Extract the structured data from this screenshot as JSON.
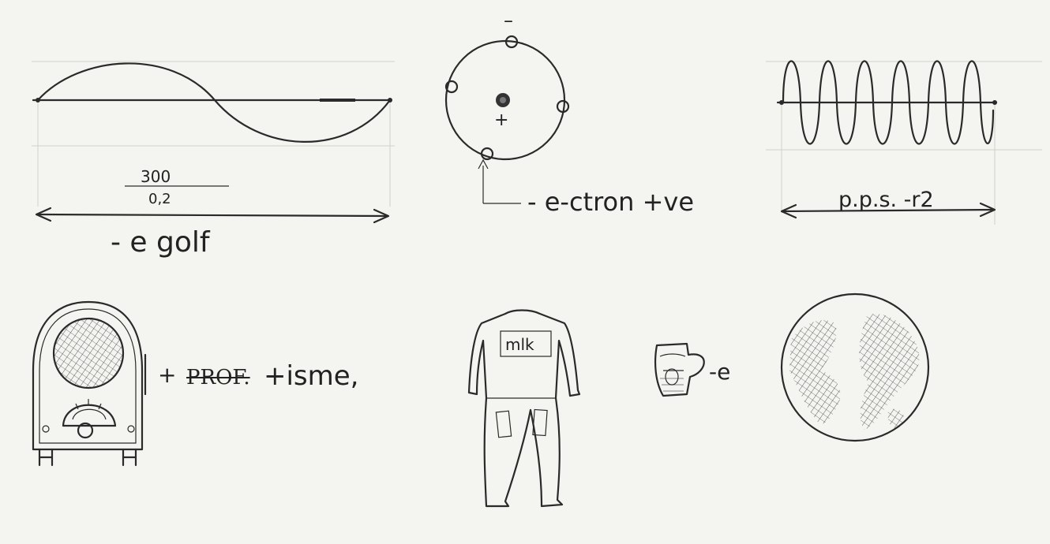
{
  "panel_sine": {
    "fraction_top": "300",
    "fraction_bottom": "0,2",
    "caption": "- e golf"
  },
  "panel_atom": {
    "top_sign": "–",
    "nucleus_sign": "+",
    "caption": "- e-ctron +ve"
  },
  "panel_wave": {
    "caption": "p.p.s. -r2"
  },
  "panel_radio": {
    "plus": "+",
    "struck_word": "PROF.",
    "suffix": "+isme,"
  },
  "panel_suit": {
    "chest_label": "mlk"
  },
  "panel_jug": {
    "suffix": "-e"
  },
  "icons": [
    "radio-icon",
    "suit-icon",
    "jug-icon",
    "globe-icon",
    "atom-icon"
  ],
  "colors": {
    "paper": "#f4f4f1",
    "ink": "#2a2a2a"
  }
}
